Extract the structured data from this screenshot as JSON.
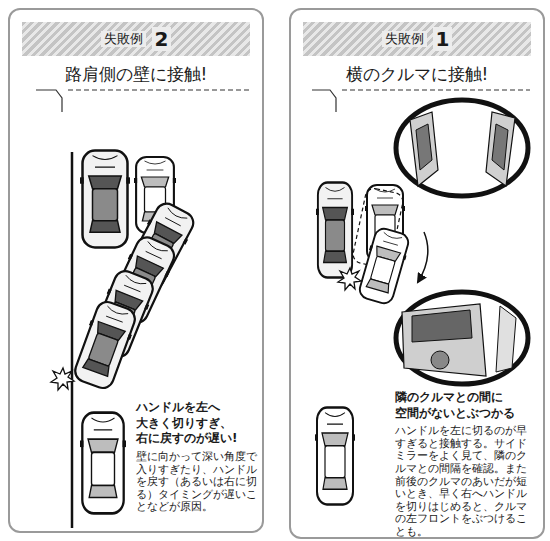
{
  "diagram": {
    "nodes": [
      {
        "text": [
          "路肩側の壁に接触!",
          "ハンドルを左へ 大きく切りすぎ、 右に戻すのが遅い!",
          "壁に向かって深い角度で入りすぎたり、ハンドルを戻す（あるいは右に切る）タイミングが遅いことなどが原因。"
        ]
      },
      {
        "text": [
          "失敗例",
          "2"
        ],
        "in": 0
      },
      {
        "text": [
          "横のクルマに接触!",
          "隣のクルマとの間に 空間がないとぶつかる",
          "ハンドルを左に切るのが早すぎると接触する。サイドミラーをよく見て、隣のクルマとの間隔を確認。また前後のクルマのあいだが短いとき、早く右へハンドルを切りはじめると、クルマの左フロントをぶつけることも。"
        ]
      },
      {
        "text": [
          "失敗例",
          "1"
        ],
        "in": 2
      }
    ]
  }
}
